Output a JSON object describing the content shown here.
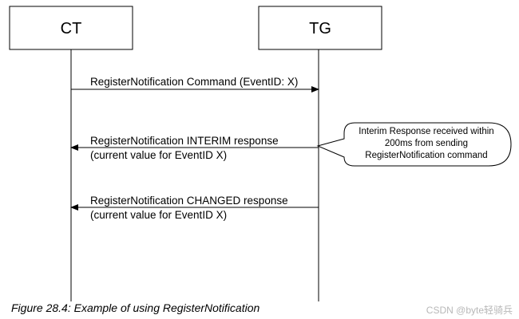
{
  "participants": {
    "left": "CT",
    "right": "TG"
  },
  "messages": [
    {
      "direction": "right",
      "line1": "RegisterNotification Command (EventID: X)",
      "line2": ""
    },
    {
      "direction": "left",
      "line1": "RegisterNotification INTERIM response",
      "line2": "(current value for EventID X)"
    },
    {
      "direction": "left",
      "line1": "RegisterNotification CHANGED response",
      "line2": "(current value for EventID X)"
    }
  ],
  "callout": {
    "line1": "Interim Response received within",
    "line2": "200ms from sending",
    "line3": "RegisterNotification command"
  },
  "caption": "Figure 28.4: Example of using RegisterNotification",
  "watermark": "CSDN @byte轻骑兵"
}
